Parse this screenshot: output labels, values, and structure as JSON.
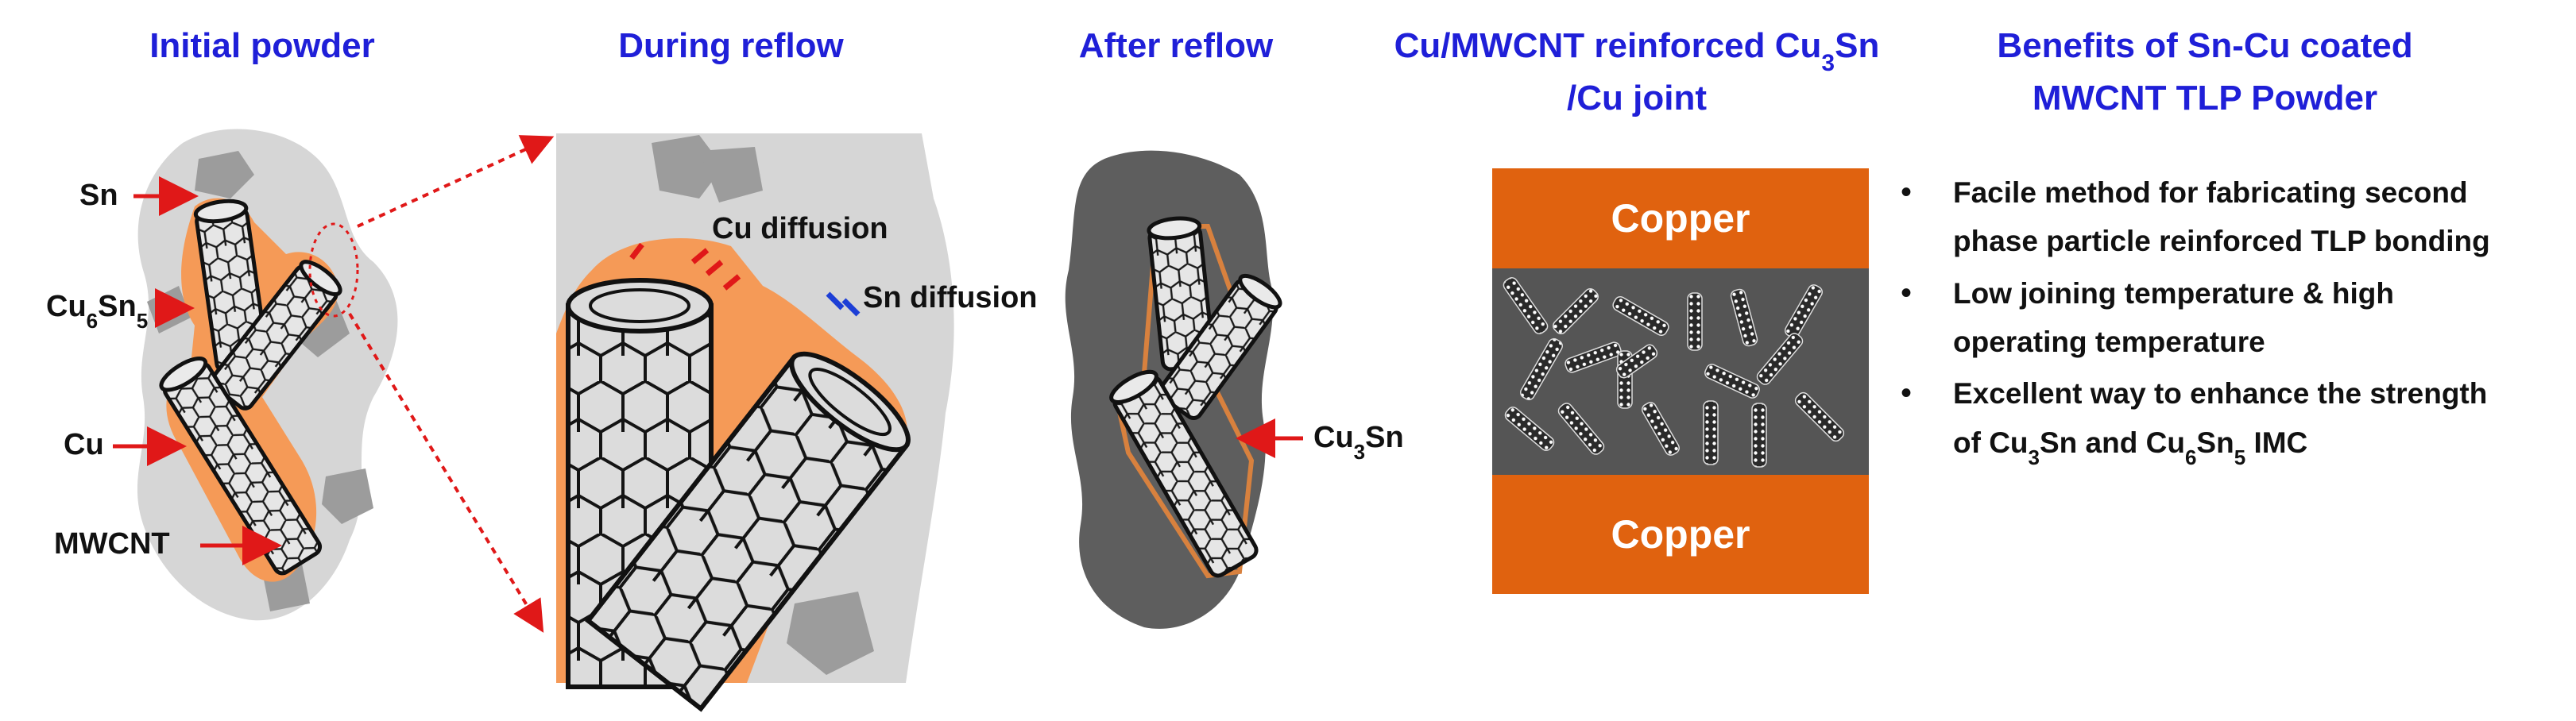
{
  "headings": {
    "initial": "Initial powder",
    "during": "During reflow",
    "after": "After reflow",
    "joint_line1": "Cu/MWCNT reinforced Cu",
    "joint_sub": "3",
    "joint_line1_tail": "Sn",
    "joint_line2": "/Cu joint",
    "benefits_line1": "Benefits of Sn-Cu coated",
    "benefits_line2": "MWCNT TLP Powder"
  },
  "labels": {
    "sn": "Sn",
    "cu6sn5_a": "Cu",
    "cu6sn5_sub1": "6",
    "cu6sn5_b": "Sn",
    "cu6sn5_sub2": "5",
    "cu": "Cu",
    "mwcnt": "MWCNT",
    "cu_diffusion": "Cu diffusion",
    "sn_diffusion": "Sn diffusion",
    "cu3sn_a": "Cu",
    "cu3sn_sub": "3",
    "cu3sn_b": "Sn",
    "copper_top": "Copper",
    "copper_bottom": "Copper"
  },
  "bullets": [
    {
      "line1": "Facile method for fabricating second",
      "line2": "phase particle reinforced TLP bonding"
    },
    {
      "line1": "Low joining temperature & high",
      "line2": "operating temperature"
    },
    {
      "line1": "Excellent way to enhance the strength",
      "line2_a": "of Cu",
      "line2_sub1": "3",
      "line2_b": "Sn and Cu",
      "line2_sub2": "6",
      "line2_c": "Sn",
      "line2_sub3": "5",
      "line2_d": " IMC"
    }
  ],
  "colors": {
    "heading_blue": "#1f1fd8",
    "copper_orange": "#e0620f",
    "coating_orange": "#f59a57",
    "sn_grey": "#d6d6d6",
    "cu3sn_dark": "#5e5e5e",
    "particle_grey": "#9c9c9c",
    "arrow_red": "#e01818",
    "arrow_blue": "#1d3fd6",
    "joint_grey": "#555555"
  }
}
